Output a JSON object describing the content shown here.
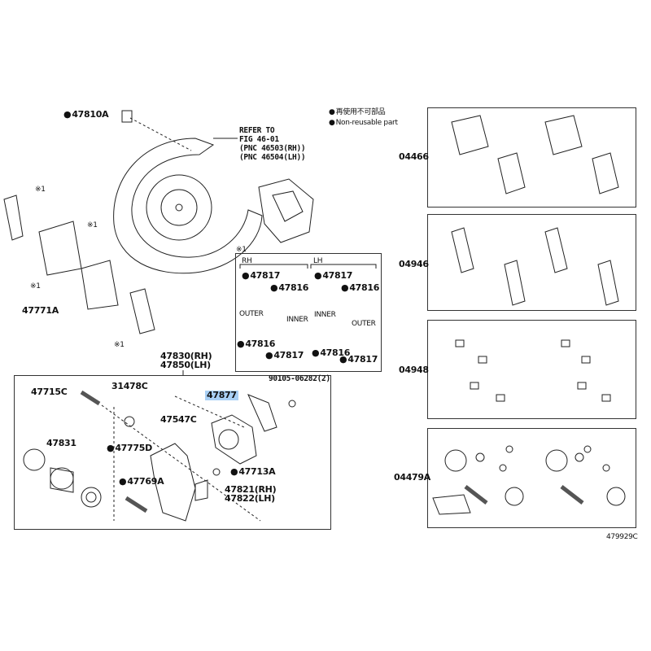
{
  "legend": {
    "jp": "再使用不可部品",
    "en": "Non-reusable part"
  },
  "refer_note": [
    "REFER TO",
    "FIG 46-01",
    "(PNC 46503(RH))",
    "(PNC 46504(LH))"
  ],
  "marks": {
    "ref1": "※1"
  },
  "left_labels": {
    "p47810A": "47810A",
    "p47771A": "47771A",
    "p47830": "47830(RH)",
    "p47850": "47850(LH)"
  },
  "clip_box": {
    "rh": "RH",
    "lh": "LH",
    "outer": "OUTER",
    "inner": "INNER",
    "p47817": "47817",
    "p47816": "47816"
  },
  "caliper_box": {
    "p47715C": "47715C",
    "p31478C": "31478C",
    "p47877": "47877",
    "p90105": "90105-06282(2)",
    "p47547C": "47547C",
    "p47831": "47831",
    "p47775D": "47775D",
    "p47713A": "47713A",
    "p47769A": "47769A",
    "p47821": "47821(RH)",
    "p47822": "47822(LH)"
  },
  "kits": [
    {
      "code": "04466"
    },
    {
      "code": "04946"
    },
    {
      "code": "04948"
    },
    {
      "code": "04479A"
    }
  ],
  "figure_id": "479929C"
}
